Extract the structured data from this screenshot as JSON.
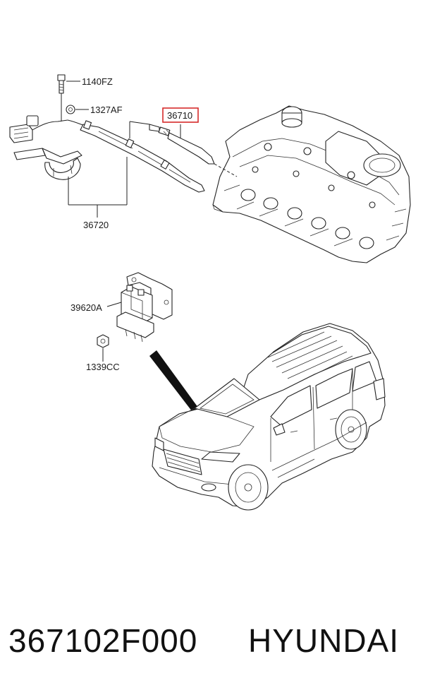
{
  "callouts": {
    "bolt": "1140FZ",
    "nut_upper": "1327AF",
    "glow_plug_assy": "36710",
    "harness": "36720",
    "controller": "39620A",
    "nut_lower": "1339CC"
  },
  "highlight_color": "#d62b2b",
  "footer": {
    "part_number": "367102F000",
    "brand": "HYUNDAI"
  }
}
